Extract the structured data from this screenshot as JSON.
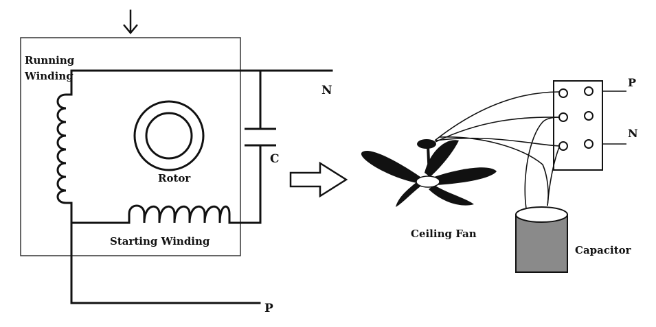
{
  "motor": {
    "running_winding_line1": "Running",
    "running_winding_line2": "Winding",
    "rotor": "Rotor",
    "starting_winding": "Starting Winding",
    "capacitor_symbol": "C",
    "neutral": "N",
    "phase": "P"
  },
  "fan_wiring": {
    "ceiling_fan": "Ceiling Fan",
    "capacitor": "Capacitor",
    "phase": "P",
    "neutral": "N"
  },
  "colors": {
    "line": "#111111",
    "capacitor_body": "#8a8a8a",
    "background": "#ffffff"
  },
  "icons": [
    "down-arrow-icon",
    "right-arrow-icon",
    "ceiling-fan-icon"
  ]
}
